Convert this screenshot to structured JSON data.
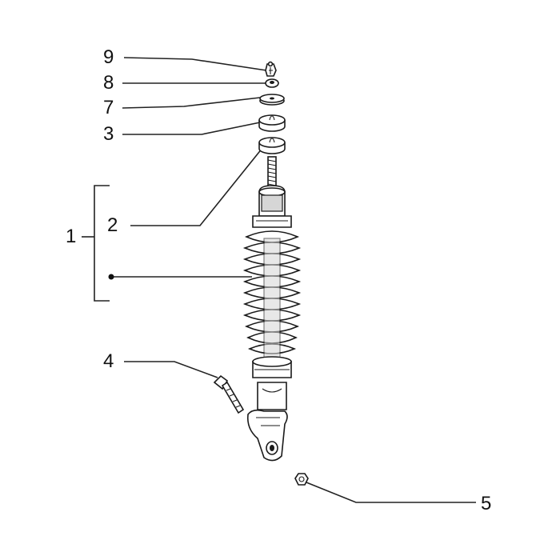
{
  "callouts": [
    {
      "id": "9",
      "text": "9"
    },
    {
      "id": "8",
      "text": "8"
    },
    {
      "id": "7",
      "text": "7"
    },
    {
      "id": "3",
      "text": "3"
    },
    {
      "id": "2",
      "text": "2"
    },
    {
      "id": "1",
      "text": "1"
    },
    {
      "id": "4",
      "text": "4"
    },
    {
      "id": "5",
      "text": "5"
    }
  ],
  "parts": [
    {
      "id": "9",
      "icon": "nut-icon"
    },
    {
      "id": "8",
      "icon": "washer-icon"
    },
    {
      "id": "7",
      "icon": "flat-washer-icon"
    },
    {
      "id": "3",
      "icon": "rubber-bushing-icon"
    },
    {
      "id": "2",
      "icon": "rubber-bushing-icon"
    },
    {
      "id": "1",
      "icon": "shock-absorber-icon"
    },
    {
      "id": "4",
      "icon": "bolt-icon"
    },
    {
      "id": "5",
      "icon": "nut-icon"
    }
  ],
  "colors": {
    "line": "#1a1a1a",
    "shade": "#d6d6d6",
    "background": "#ffffff"
  }
}
